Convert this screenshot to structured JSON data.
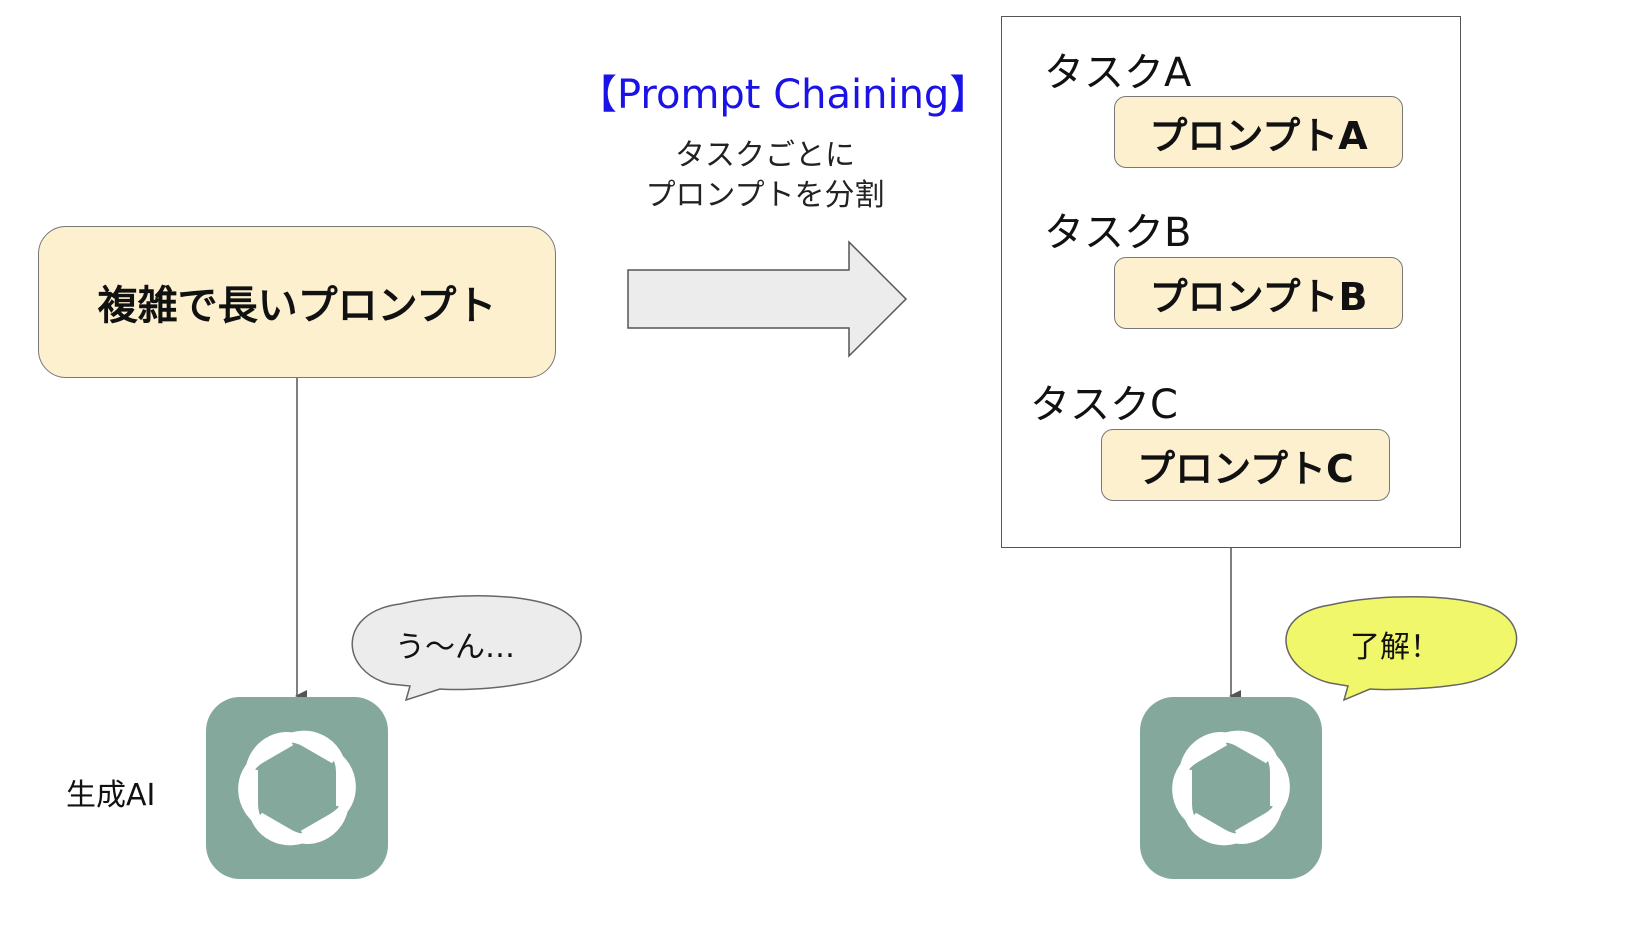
{
  "title": "【Prompt Chaining】",
  "description": [
    "タスクごとに",
    "プロンプトを分割"
  ],
  "long_prompt": "複雑で長いプロンプト",
  "tasks": [
    {
      "label": "タスクA",
      "prompt": "プロンプトA"
    },
    {
      "label": "タスクB",
      "prompt": "プロンプトB"
    },
    {
      "label": "タスクC",
      "prompt": "プロンプトC"
    }
  ],
  "left_bubble": "う〜ん…",
  "right_bubble": "了解！",
  "ai_label": "生成AI",
  "icons": [
    "openai-logo-icon",
    "openai-logo-icon"
  ],
  "colors": {
    "title": "#1a12e6",
    "prompt_box": "#fcf0cf",
    "ai_icon_bg": "#84a89b",
    "left_bubble": "#ececec",
    "right_bubble": "#f1f76a",
    "big_arrow": "#ececec"
  }
}
